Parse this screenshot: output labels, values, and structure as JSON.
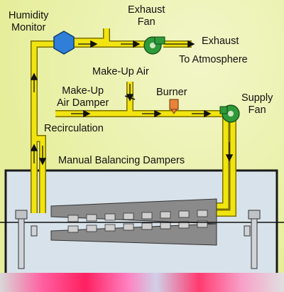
{
  "labels": {
    "humidity_monitor": [
      "Humidity",
      "Monitor"
    ],
    "exhaust_fan": [
      "Exhaust",
      "Fan"
    ],
    "exhaust": "Exhaust",
    "to_atmosphere": "To Atmosphere",
    "makeup_air": "Make-Up Air",
    "makeup_air_damper": [
      "Make-Up",
      "Air Damper"
    ],
    "burner": "Burner",
    "supply_fan": [
      "Supply",
      "Fan"
    ],
    "recirculation": "Recirculation",
    "manual_balancing_dampers": "Manual Balancing Dampers"
  },
  "colors": {
    "duct": "#f2e410",
    "duct_edge": "#7a7000",
    "fan": "#2f9a3a",
    "humidity_monitor": "#2f7fd8",
    "burner": "#e8843a",
    "oven_frame": "#1a1a1a",
    "oven_inside": "#d8e2ea",
    "nozzle_plenum": "#888888"
  }
}
